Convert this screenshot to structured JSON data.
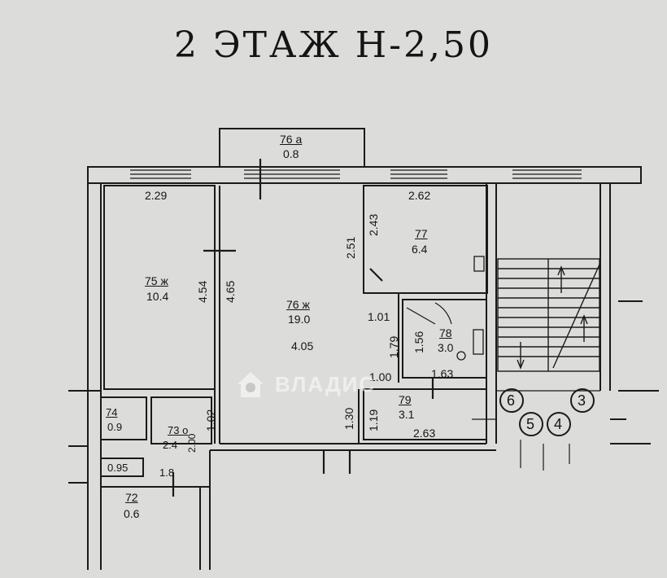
{
  "title": "2 ЭТАЖ  Н-2,50",
  "watermark": "ВЛАДИС",
  "rooms": {
    "balcony": {
      "number": "76 а",
      "area": "0.8"
    },
    "room75": {
      "number": "75 ж",
      "area": "10.4"
    },
    "room76": {
      "number": "76 ж",
      "area": "19.0"
    },
    "room77": {
      "number": "77",
      "area": "6.4"
    },
    "room78": {
      "number": "78",
      "area": "3.0"
    },
    "room79": {
      "number": "79",
      "area": "3.1"
    },
    "room73": {
      "number": "73 о",
      "area": "2.4"
    },
    "room74": {
      "number": "74",
      "area": "0.9"
    },
    "room72": {
      "number": "72",
      "area": "0.6"
    }
  },
  "dimensions": {
    "d229": "2.29",
    "d262": "2.62",
    "d251": "2.51",
    "d243": "2.43",
    "d454": "4.54",
    "d465": "4.65",
    "d405": "4.05",
    "d101": "1.01",
    "d179": "1.79",
    "d156": "1.56",
    "d100": "1.00",
    "d163": "1.63",
    "d130": "1.30",
    "d119": "1.19",
    "d263": "2.63",
    "d102": "1.02",
    "d200": "2.00",
    "d095": "0.95",
    "d18": "1.8"
  },
  "stair_markers": [
    "6",
    "3",
    "5",
    "4"
  ]
}
